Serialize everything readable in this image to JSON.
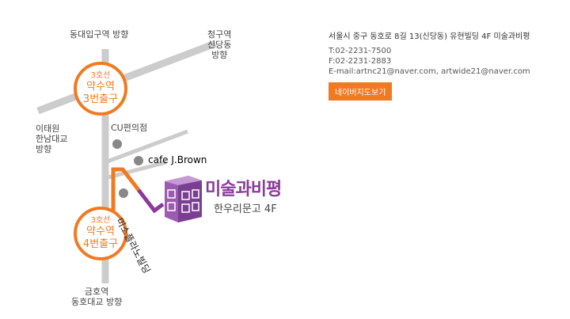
{
  "map": {
    "labels": {
      "dongdaeipgu": "동대입구역 방향",
      "cheonggu": [
        "청구역",
        "신당동",
        "방향"
      ],
      "itaewon": [
        "이태원",
        "한남대교",
        "방향"
      ],
      "geumho": [
        "금호역",
        "동호대교 방향"
      ],
      "cu": "CU편의점",
      "cafe": "cafe J.Brown",
      "building": "미소플라노빌딩"
    },
    "stations": [
      {
        "line": "3호선",
        "name": "약수역",
        "exit": "3번출구"
      },
      {
        "line": "3호선",
        "name": "약수역",
        "exit": "4번출구"
      }
    ],
    "brand": {
      "name": "미술과비평",
      "floor": "한우리문고 4F"
    },
    "colors": {
      "road": "#cccccc",
      "accent": "#f07a22",
      "route": "#8b3a9c",
      "marker": "#888888"
    }
  },
  "info": {
    "address": "서울시 중구 동호로 8길 13(신당동) 유현빌딩 4F 미술과비평",
    "tel": "T:02-2231-7500",
    "fax": "F:02-2231-2883",
    "email": "E-mail:artnc21@naver.com, artwide21@naver.com",
    "button": "네이버지도보기"
  }
}
